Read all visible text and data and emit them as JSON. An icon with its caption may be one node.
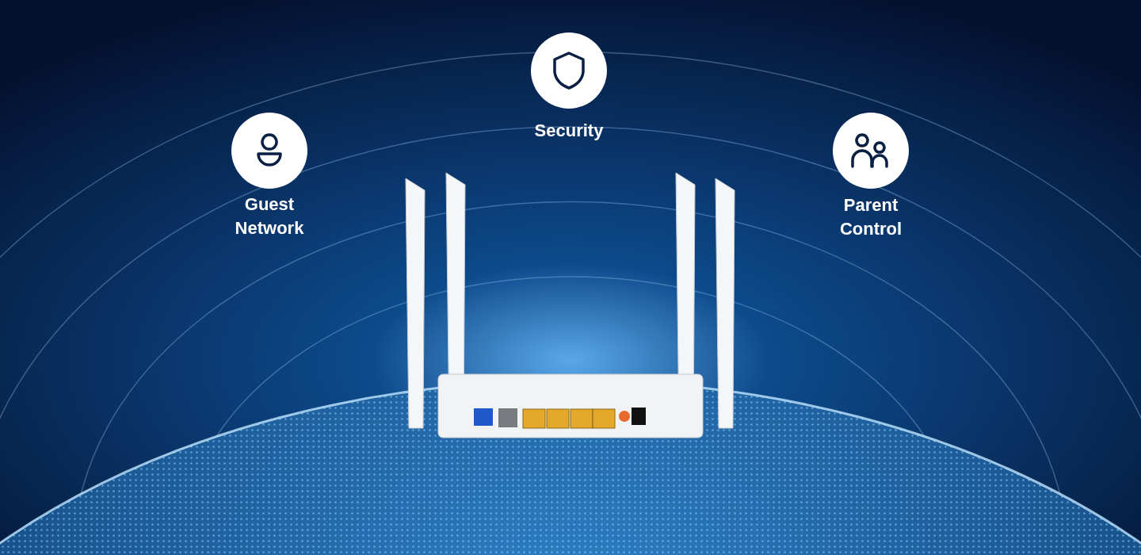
{
  "diagram": {
    "labels": [
      "Guest Network",
      "Security",
      "Parent Control"
    ]
  }
}
